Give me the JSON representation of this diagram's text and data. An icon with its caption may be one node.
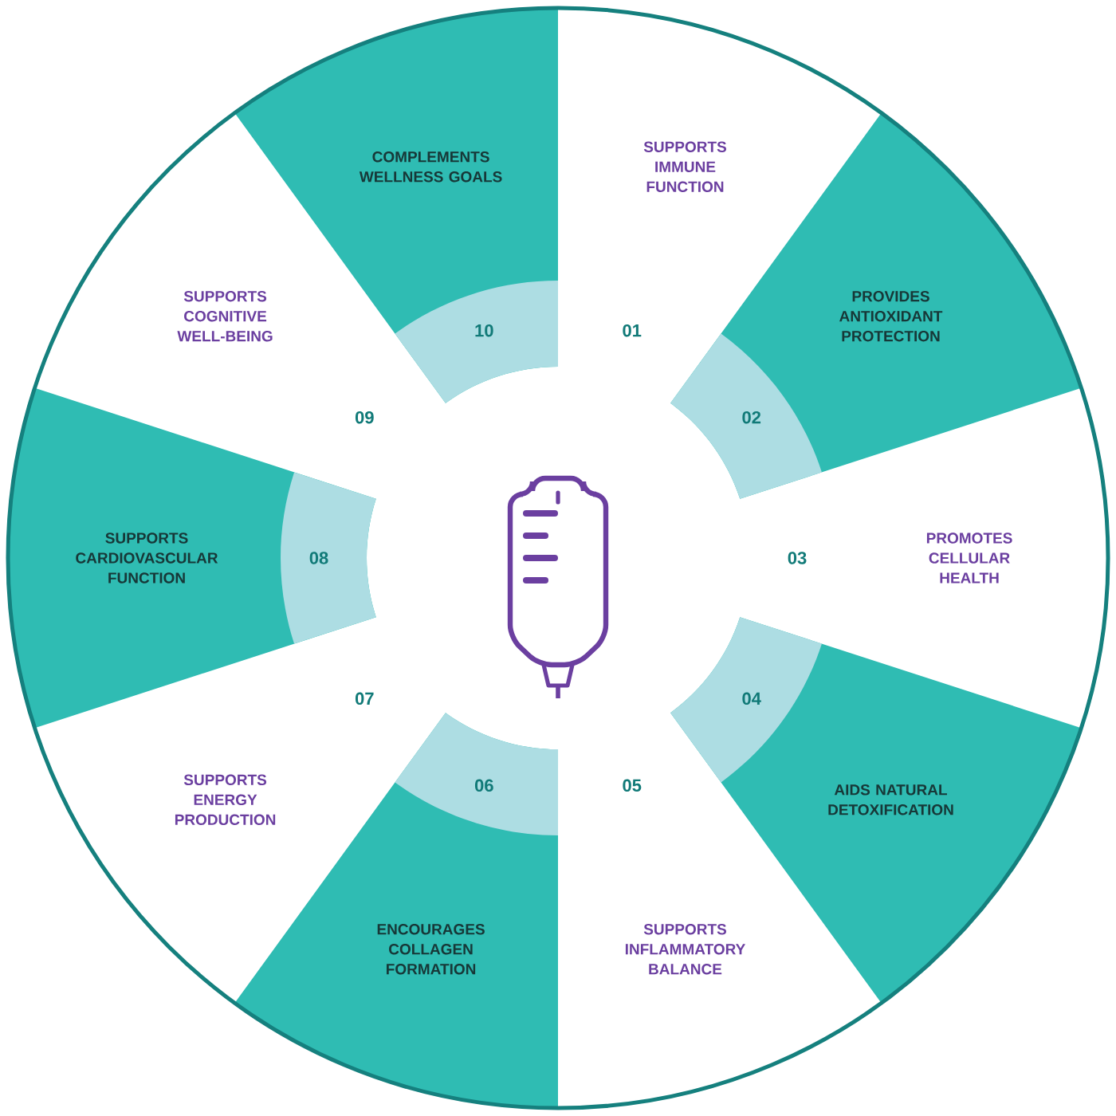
{
  "diagram": {
    "nodes": [
      {
        "text": [
          "SUPPORTS IMMUNE FUNCTION",
          "01"
        ]
      },
      {
        "text": [
          "02",
          "PROVIDES ANTIOXIDANT PROTECTION"
        ]
      },
      {
        "text": [
          "03",
          "PROMOTES CELLULAR HEALTH"
        ]
      },
      {
        "text": [
          "04",
          "AIDS NATURAL DETOXIFICATION"
        ]
      },
      {
        "text": [
          "05",
          "SUPPORTS INFLAMMATORY BALANCE"
        ]
      },
      {
        "text": [
          "06",
          "ENCOURAGES COLLAGEN FORMATION"
        ]
      },
      {
        "text": [
          "07",
          "SUPPORTS ENERGY PRODUCTION"
        ]
      },
      {
        "text": [
          "SUPPORTS CARDIOVASCULAR FUNCTION",
          "08"
        ]
      },
      {
        "text": [
          "09",
          "SUPPORTS COGNITIVE WELL-BEING"
        ]
      },
      {
        "text": [
          "COMPLEMENTS WELLNESS GOALS",
          "10"
        ]
      }
    ]
  }
}
